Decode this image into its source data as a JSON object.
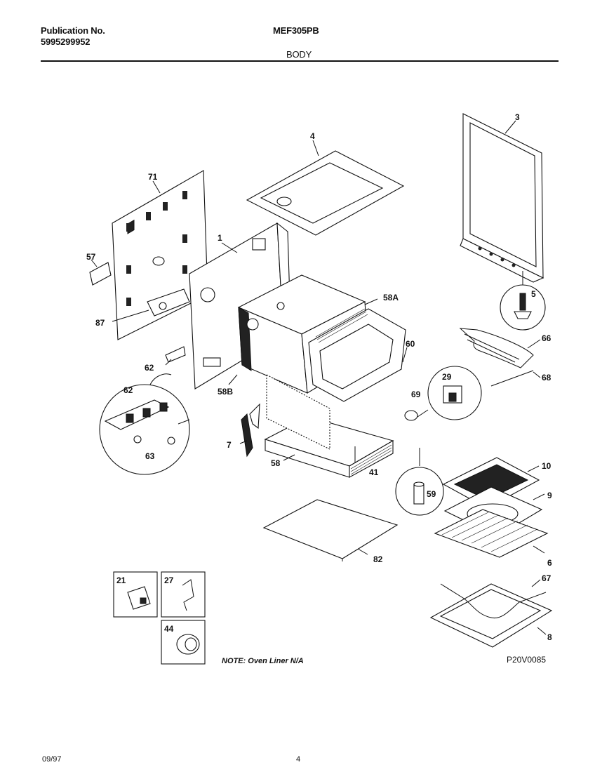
{
  "header": {
    "publication_label": "Publication No.",
    "publication_number": "5995299952",
    "model": "MEF305PB",
    "section": "BODY"
  },
  "diagram": {
    "note": "NOTE:  Oven Liner N/A",
    "drawing_code": "P20V0085",
    "callouts": {
      "c71": "71",
      "c57": "57",
      "c87": "87",
      "c1": "1",
      "c4": "4",
      "c3": "3",
      "c5": "5",
      "c58A": "58A",
      "c60": "60",
      "c66": "66",
      "c68": "68",
      "c62a": "62",
      "c62b": "62",
      "c63": "63",
      "c58B": "58B",
      "c7": "7",
      "c58": "58",
      "c41": "41",
      "c29": "29",
      "c69": "69",
      "c59": "59",
      "c10": "10",
      "c9": "9",
      "c6": "6",
      "c82": "82",
      "c67": "67",
      "c8": "8",
      "c21": "21",
      "c27": "27",
      "c44": "44"
    }
  },
  "footer": {
    "date": "09/97",
    "page": "4"
  }
}
